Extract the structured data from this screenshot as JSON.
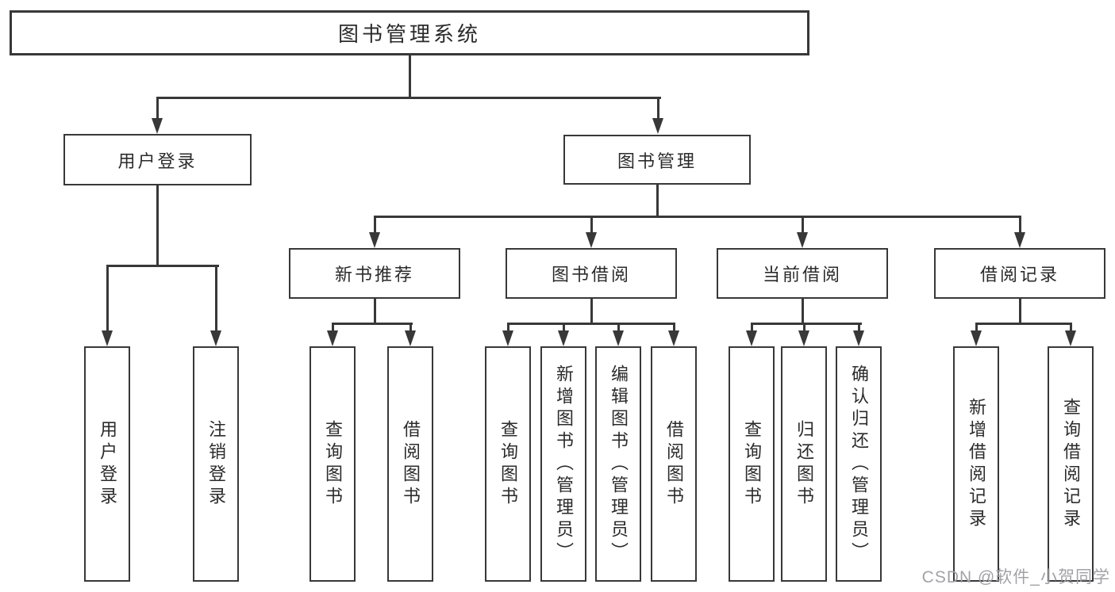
{
  "diagram": {
    "title": "图书管理系统",
    "root": {
      "label": "图书管理系统"
    },
    "level2": [
      {
        "label": "用户登录"
      },
      {
        "label": "图书管理"
      }
    ],
    "level3": [
      {
        "label": "新书推荐",
        "parent": "图书管理"
      },
      {
        "label": "图书借阅",
        "parent": "图书管理"
      },
      {
        "label": "当前借阅",
        "parent": "图书管理"
      },
      {
        "label": "借阅记录",
        "parent": "图书管理"
      }
    ],
    "leaves": [
      {
        "label": "用户登录",
        "parent": "用户登录"
      },
      {
        "label": "注销登录",
        "parent": "用户登录"
      },
      {
        "label": "查询图书",
        "parent": "新书推荐"
      },
      {
        "label": "借阅图书",
        "parent": "新书推荐"
      },
      {
        "label": "查询图书",
        "parent": "图书借阅"
      },
      {
        "label": "新增图书（管理员）",
        "parent": "图书借阅"
      },
      {
        "label": "编辑图书（管理员）",
        "parent": "图书借阅"
      },
      {
        "label": "借阅图书",
        "parent": "图书借阅"
      },
      {
        "label": "查询图书",
        "parent": "当前借阅"
      },
      {
        "label": "归还图书",
        "parent": "当前借阅"
      },
      {
        "label": "确认归还（管理员）",
        "parent": "当前借阅"
      },
      {
        "label": "新增借阅记录",
        "parent": "借阅记录"
      },
      {
        "label": "查询借阅记录",
        "parent": "借阅记录"
      }
    ]
  },
  "watermark": {
    "text": "CSDN @软件_小贺同学"
  },
  "colors": {
    "line": "#383838",
    "box_border": "#383838",
    "text": "#2b2b2b",
    "watermark": "#a2a2a7",
    "background": "#ffffff"
  }
}
